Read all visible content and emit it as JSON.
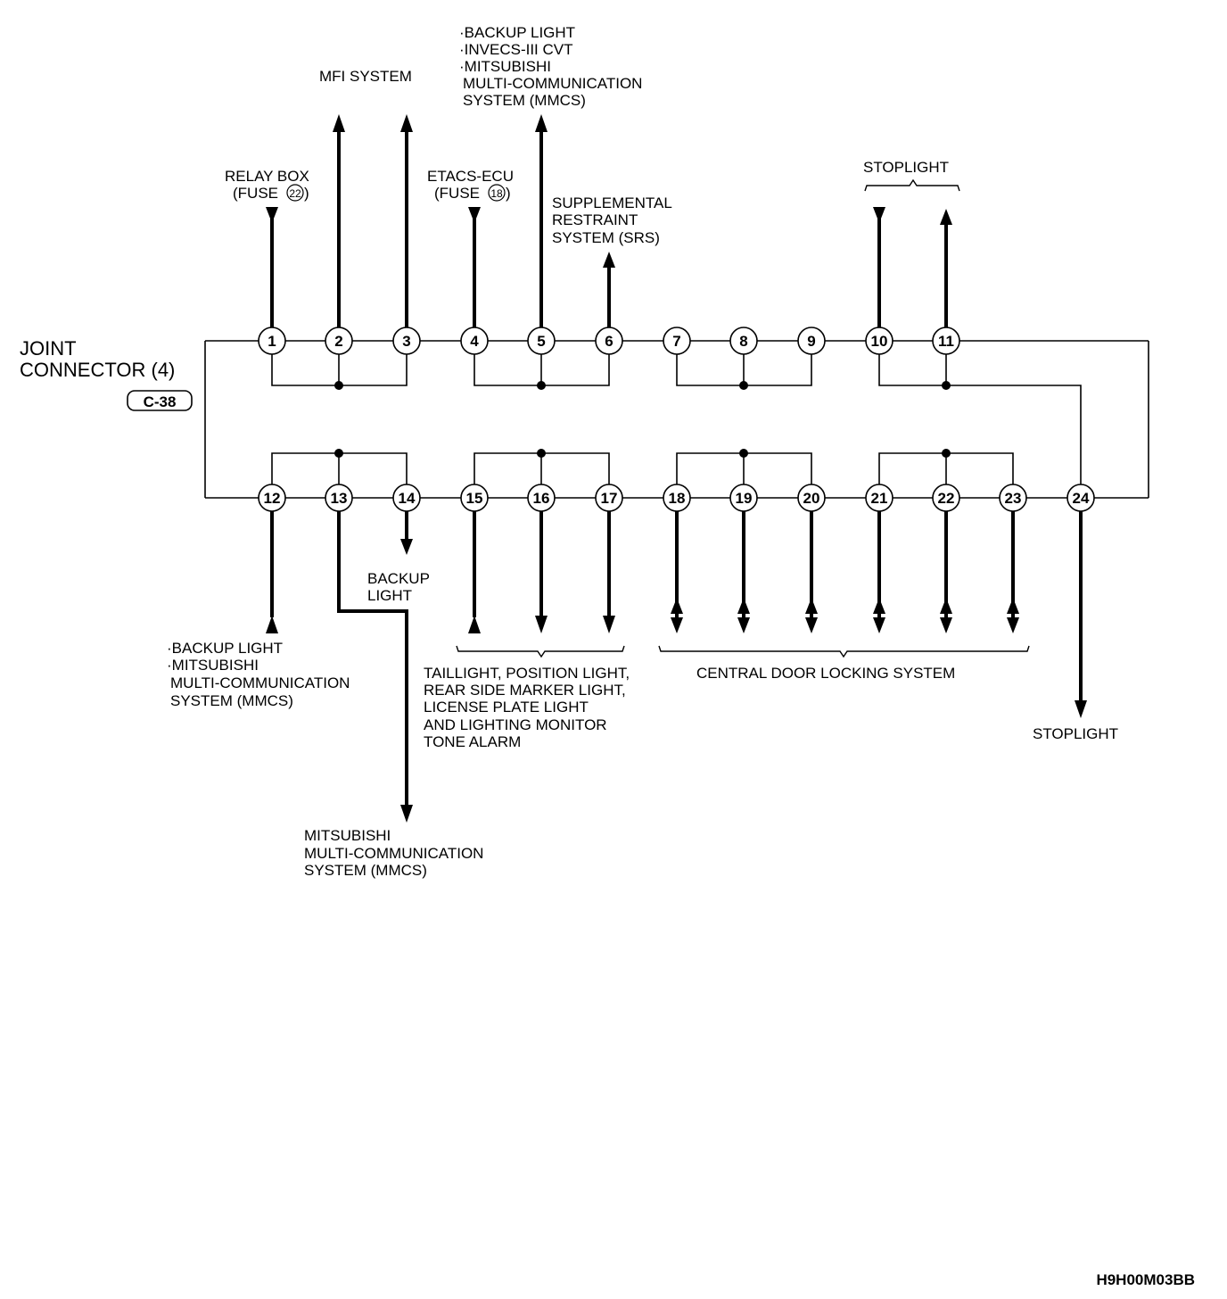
{
  "connector": {
    "name_line1": "JOINT",
    "name_line2": "CONNECTOR (4)",
    "code": "C-38"
  },
  "pins_top": [
    "1",
    "2",
    "3",
    "4",
    "5",
    "6",
    "7",
    "8",
    "9",
    "10",
    "11"
  ],
  "pins_bottom": [
    "12",
    "13",
    "14",
    "15",
    "16",
    "17",
    "18",
    "19",
    "20",
    "21",
    "22",
    "23",
    "24"
  ],
  "labels": {
    "relay_box_1": "RELAY BOX",
    "relay_box_2": "(FUSE",
    "relay_box_fuse": "22",
    "relay_box_close": ")",
    "mfi": "MFI SYSTEM",
    "etacs_1": "ETACS-ECU",
    "etacs_2": "(FUSE",
    "etacs_fuse": "18",
    "etacs_close": ")",
    "top5_1": "·BACKUP LIGHT",
    "top5_2": "·INVECS-III CVT",
    "top5_3": "·MITSUBISHI",
    "top5_4": "MULTI-COMMUNICATION",
    "top5_5": "SYSTEM (MMCS)",
    "srs_1": "SUPPLEMENTAL",
    "srs_2": "RESTRAINT",
    "srs_3": "SYSTEM (SRS)",
    "stoplight_top": "STOPLIGHT",
    "backup_14_1": "BACKUP",
    "backup_14_2": "LIGHT",
    "p12_1": "·BACKUP LIGHT",
    "p12_2": "·MITSUBISHI",
    "p12_3": "MULTI-COMMUNICATION",
    "p12_4": "SYSTEM (MMCS)",
    "tail_1": "TAILLIGHT, POSITION LIGHT,",
    "tail_2": "REAR SIDE MARKER LIGHT,",
    "tail_3": "LICENSE PLATE LIGHT",
    "tail_4": "AND LIGHTING MONITOR",
    "tail_5": "TONE ALARM",
    "cdl": "CENTRAL DOOR LOCKING SYSTEM",
    "stoplight_bottom": "STOPLIGHT",
    "p13_1": "MITSUBISHI",
    "p13_2": "MULTI-COMMUNICATION",
    "p13_3": "SYSTEM (MMCS)"
  },
  "figure_id": "H9H00M03BB"
}
